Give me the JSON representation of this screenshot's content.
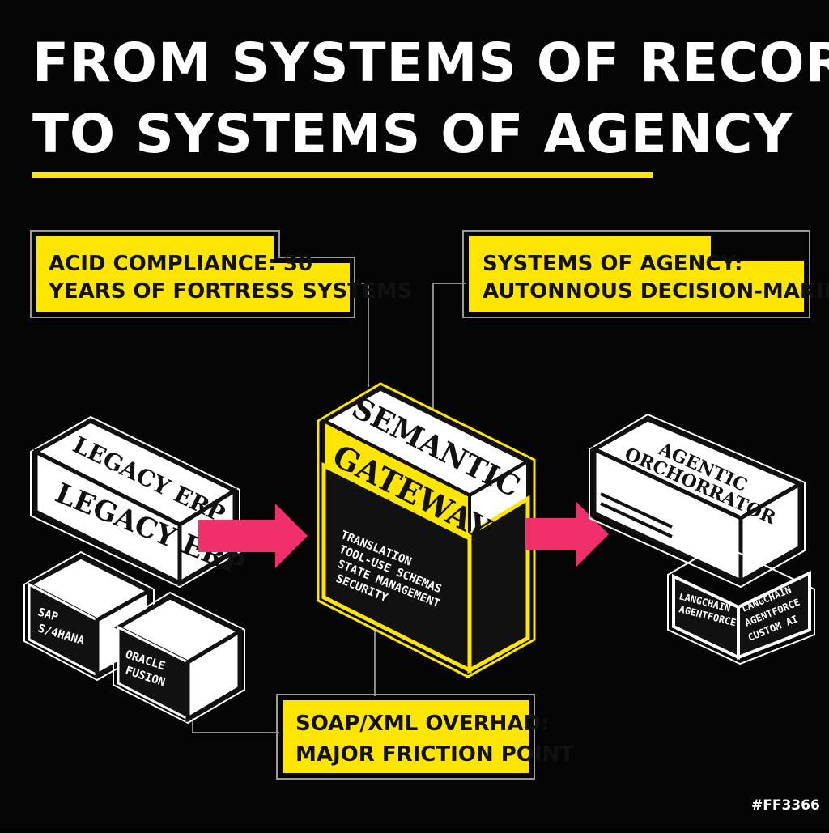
{
  "title": {
    "line1": "FROM SYSTEMS OF RECORD",
    "line2": "TO SYSTEMS OF AGENCY"
  },
  "callouts": {
    "acid": {
      "line1": "ACID COMPLIANCE: 30",
      "line2": "YEARS OF FORTRESS SYSTEMS"
    },
    "agency": {
      "line1": "SYSTEMS OF AGENCY:",
      "line2": "AUTONNOUS DECISION-MAKING"
    },
    "soap": {
      "line1": "SOAP/XML OVERHAD:",
      "line2": "MAJOR FRICTION POINT"
    }
  },
  "legacy": {
    "top_label": "LEGACY ERP",
    "front_label": "LEGACY ERP",
    "sap": {
      "line1": "SAP",
      "line2": "S/4HANA"
    },
    "oracle": {
      "line1": "ORACLE",
      "line2": "FUSION"
    }
  },
  "gateway": {
    "top_label": "SEMANTIC",
    "front_label": "GATEWAY",
    "features": [
      "TRANSLATION",
      "TOOL-USE SCHEMAS",
      "STATE MANAGEMENT",
      "SECURITY"
    ]
  },
  "orchestrator": {
    "top_label_1": "AGENTIC",
    "top_label_2": "ORCHORRATOR",
    "base_left": {
      "line1": "LANGCHAIN",
      "line2": "AGENTFORCE"
    },
    "base_right": {
      "line1": "LANGCHAIN",
      "line2": "AGENTFORCE",
      "line3": "CUSTOM AI"
    }
  },
  "color_tag": "#FF3366",
  "colors": {
    "background": "#050505",
    "accent_yellow": "#FFE600",
    "arrow_pink": "#F0306A",
    "box_white": "#FFFFFF",
    "connector_gray": "#8A8A8A"
  }
}
